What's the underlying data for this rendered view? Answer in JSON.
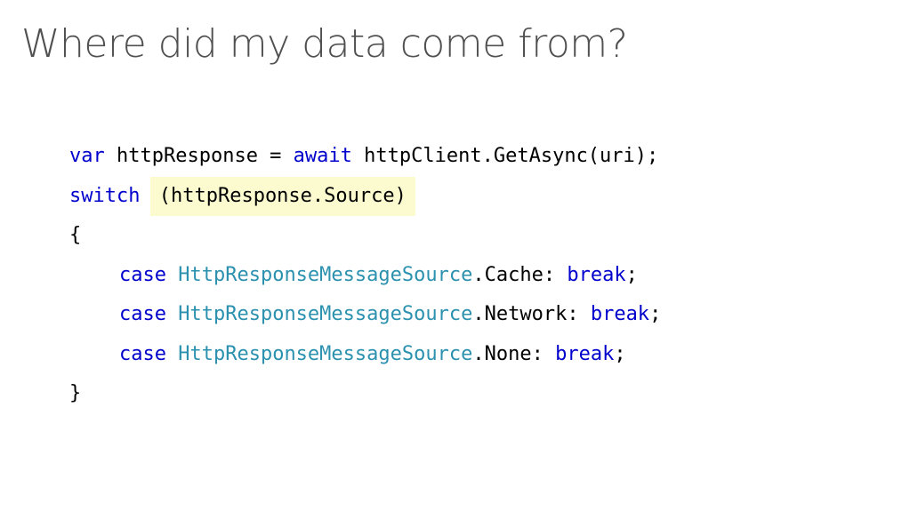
{
  "title": "Where did my data come from?",
  "code": {
    "line1": {
      "kw_var": "var",
      "text_a": " httpResponse = ",
      "kw_await": "await",
      "text_b": " httpClient.GetAsync(uri);"
    },
    "line2": {
      "kw_switch": "switch",
      "space": " ",
      "highlight": "(httpResponse.Source)"
    },
    "line3": {
      "brace": "{"
    },
    "case_lines": [
      {
        "kw_case": "case",
        "space": " ",
        "type": "HttpResponseMessageSource",
        "member": ".Cache: ",
        "kw_break": "break",
        "end": ";"
      },
      {
        "kw_case": "case",
        "space": " ",
        "type": "HttpResponseMessageSource",
        "member": ".Network: ",
        "kw_break": "break",
        "end": ";"
      },
      {
        "kw_case": "case",
        "space": " ",
        "type": "HttpResponseMessageSource",
        "member": ".None: ",
        "kw_break": "break",
        "end": ";"
      }
    ],
    "line_end": {
      "brace": "}"
    }
  },
  "colors": {
    "keyword": "#0000cc",
    "type": "#2b91af",
    "text": "#000000",
    "title": "#505050",
    "highlight_bg": "#fbfbcf"
  }
}
